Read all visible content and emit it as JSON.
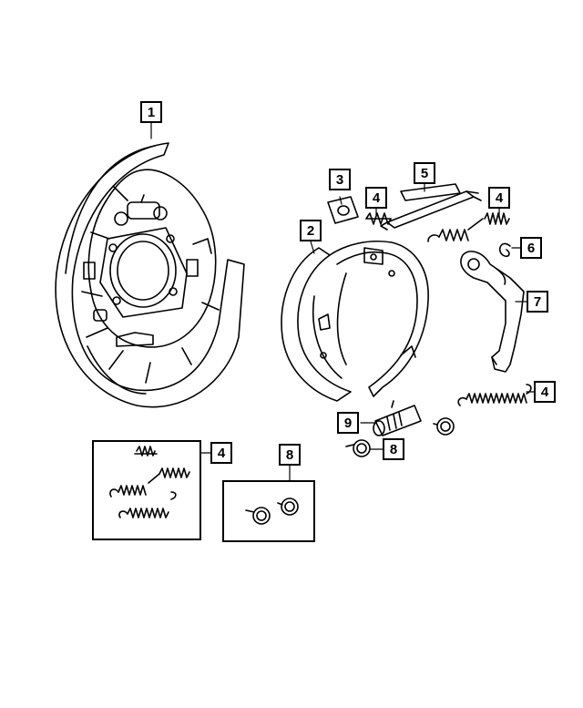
{
  "callouts": {
    "c1": "1",
    "c2": "2",
    "c3": "3",
    "c4a": "4",
    "c5": "5",
    "c4b": "4",
    "c6": "6",
    "c7": "7",
    "c4c": "4",
    "c9": "9",
    "c8a": "8",
    "c4d": "4",
    "c8b": "8"
  },
  "parts": [
    {
      "id": "1",
      "name": "backing plate / dust shield"
    },
    {
      "id": "2",
      "name": "parking brake shoe"
    },
    {
      "id": "3",
      "name": "retainer clip"
    },
    {
      "id": "4",
      "name": "spring"
    },
    {
      "id": "5",
      "name": "strut bar"
    },
    {
      "id": "6",
      "name": "clip"
    },
    {
      "id": "7",
      "name": "actuating lever"
    },
    {
      "id": "8",
      "name": "retainer hardware"
    },
    {
      "id": "9",
      "name": "adjuster"
    }
  ]
}
